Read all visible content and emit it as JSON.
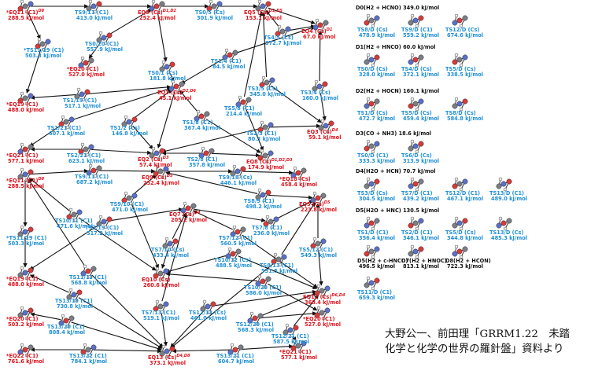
{
  "caption": {
    "line1": "大野公一、前田理「GRRM1.22　未踏",
    "line2": "化学と化学の世界の羅針盤」資料より"
  },
  "nodes": [
    {
      "id": "EQ11top",
      "label": "*EQ11 (C1)",
      "sup": "D8",
      "energy": "288.5 kJ/mol",
      "cls": "eq"
    },
    {
      "id": "TS9_11top",
      "label": "TS9/11 (C1)",
      "energy": "413.0 kJ/mol",
      "cls": "ts"
    },
    {
      "id": "EQ9top",
      "label": "EQ9 (Cs)",
      "sup": "D1,D2",
      "energy": "252.4 kJ/mol",
      "cls": "eq"
    },
    {
      "id": "TS0_5",
      "label": "TS0/5 (Cs)",
      "energy": "301.9 kJ/mol",
      "cls": "ts"
    },
    {
      "id": "EQ5top",
      "label": "EQ5 (Cs)",
      "sup": "D1,D5",
      "energy": "153.1 kJ/mol",
      "cls": "eq"
    },
    {
      "id": "EQ4",
      "label": "EQ4 (Cs)",
      "sup": "D1",
      "energy": "67.0 kJ/mol",
      "cls": "eq"
    },
    {
      "id": "TS11_19top",
      "label": "*TS11/19 (C1)",
      "energy": "503.3 kJ/mol",
      "cls": "ts"
    },
    {
      "id": "TS0_20",
      "label": "TS0/20 (C1)",
      "energy": "557.9 kJ/mol",
      "cls": "ts"
    },
    {
      "id": "EQ20top",
      "label": "*EQ20 (C1)",
      "energy": "527.0 kJ/mol",
      "cls": "eq"
    },
    {
      "id": "TS4_5",
      "label": "TS4/5 (Cs)",
      "energy": "372.7 kJ/mol",
      "cls": "ts"
    },
    {
      "id": "TS0_1",
      "label": "TS0/1 (Cs)",
      "energy": "181.8 kJ/mol",
      "cls": "ts"
    },
    {
      "id": "TS1_4",
      "label": "TS1/4 (C1)",
      "energy": "84.5 kJ/mol",
      "cls": "ts"
    },
    {
      "id": "EQ19top",
      "label": "*EQ19 (C1)",
      "energy": "488.0 kJ/mol",
      "cls": "eq"
    },
    {
      "id": "TS1_19",
      "label": "TS1/19 (C1)",
      "energy": "517.1 kJ/mol",
      "cls": "ts"
    },
    {
      "id": "EQ1",
      "label": "EQ1 (Cs)",
      "sup": "D2,D6",
      "energy": "45.1 kJ/mol",
      "cls": "eq"
    },
    {
      "id": "TS3_5",
      "label": "TS3/5 (Cs)",
      "energy": "345.0 kJ/mol",
      "cls": "ts"
    },
    {
      "id": "TS3_4",
      "label": "TS3/4 (Cs)",
      "energy": "160.0 kJ/mol",
      "cls": "ts"
    },
    {
      "id": "TS5_8",
      "label": "TS5/8 (C1)",
      "energy": "214.4 kJ/mol",
      "cls": "ts"
    },
    {
      "id": "TS1_21",
      "label": "TS1/21 (C1)",
      "energy": "607.1 kJ/mol",
      "cls": "ts"
    },
    {
      "id": "TS1_2",
      "label": "TS1/2 (Cs)",
      "energy": "146.8 kJ/mol",
      "cls": "ts"
    },
    {
      "id": "TS1_8",
      "label": "TS1/8 (C1)",
      "energy": "367.4 kJ/mol",
      "cls": "ts"
    },
    {
      "id": "TS2_3",
      "label": "TS2/3 (C1)",
      "energy": "80.3 kJ/mol",
      "cls": "ts"
    },
    {
      "id": "EQ3",
      "label": "EQ3 (Cs)",
      "sup": "D4",
      "energy": "59.1 kJ/mol",
      "cls": "eq"
    },
    {
      "id": "EQ21top",
      "label": "*EQ21 (C1)",
      "energy": "577.1 kJ/mol",
      "cls": "eq"
    },
    {
      "id": "TS2_21",
      "label": "TS2/21 (C1)",
      "energy": "623.1 kJ/mol",
      "cls": "ts"
    },
    {
      "id": "EQ2",
      "label": "EQ2 (Cs)",
      "sup": "D3",
      "energy": "57.4 kJ/mol",
      "cls": "eq"
    },
    {
      "id": "TS2_8",
      "label": "TS2/8 (C1)",
      "energy": "357.8 kJ/mol",
      "cls": "ts"
    },
    {
      "id": "EQ8top",
      "label": "EQ8 (Cs)",
      "sup": "D1,D2,D3",
      "energy": "174.9 kJ/mol",
      "cls": "eq"
    },
    {
      "id": "EQ11b",
      "label": "*EQ11 (C1)",
      "sup": "D8",
      "energy": "288.5 kJ/mol",
      "cls": "eq"
    },
    {
      "id": "TS9_11b",
      "label": "TS9/11 (C1)",
      "energy": "687.2 kJ/mol",
      "cls": "ts"
    },
    {
      "id": "EQ9b",
      "label": "EQ9 (Cs)",
      "sup": "D5",
      "energy": "252.4 kJ/mol",
      "cls": "eq"
    },
    {
      "id": "TS9_18",
      "label": "TS9/18 (Cs)",
      "energy": "446.1 kJ/mol",
      "cls": "ts"
    },
    {
      "id": "EQ18",
      "label": "*EQ18 (Cs)",
      "energy": "458.4 kJ/mol",
      "cls": "eq"
    },
    {
      "id": "TS9_10",
      "label": "TS9/10 (C1)",
      "energy": "471.0 kJ/mol",
      "cls": "ts"
    },
    {
      "id": "TS8_9",
      "label": "TS8/9 (C1)",
      "energy": "498.2 kJ/mol",
      "cls": "ts"
    },
    {
      "id": "EQ5b",
      "label": "EQ5 (Cs)",
      "sup": "D5",
      "energy": "223.8 kJ/mol",
      "cls": "eq"
    },
    {
      "id": "TS10_11",
      "label": "TS10/11 (C1)",
      "energy": "471.6 kJ/mol",
      "cls": "ts"
    },
    {
      "id": "TS7_19",
      "label": "TS7/19 (C1)",
      "energy": "517.2 kJ/mol",
      "cls": "ts"
    },
    {
      "id": "EQ7",
      "label": "EQ7 (Cs)",
      "sup": "D4",
      "energy": "205.2 kJ/mol",
      "cls": "eq"
    },
    {
      "id": "TS7_8",
      "label": "TS7/8 (C1)",
      "energy": "236.0 kJ/mol",
      "cls": "ts"
    },
    {
      "id": "TS11_19b",
      "label": "*TS11/19 (C1)",
      "energy": "503.3 kJ/mol",
      "cls": "ts"
    },
    {
      "id": "TS7_12",
      "label": "TS7/12 (C1)",
      "energy": "560.5 kJ/mol",
      "cls": "ts"
    },
    {
      "id": "TS5_12",
      "label": "TS5/12 (C1)",
      "energy": "549.3 kJ/mol",
      "cls": "ts"
    },
    {
      "id": "TS7_10",
      "label": "TS7/10 (Cs)",
      "energy": "433.4 kJ/mol",
      "cls": "ts"
    },
    {
      "id": "TS10_12",
      "label": "TS10/12 (Cs)",
      "energy": "488.5 kJ/mol",
      "cls": "ts"
    },
    {
      "id": "TS8_13",
      "label": "TS8/13 (C1)",
      "energy": "531.5 kJ/mol",
      "cls": "ts"
    },
    {
      "id": "EQ19b",
      "label": "*EQ19 (C1)",
      "energy": "488.0 kJ/mol",
      "cls": "eq"
    },
    {
      "id": "TS11_13",
      "label": "TS11/13 (C1)",
      "energy": "568.8 kJ/mol",
      "cls": "ts"
    },
    {
      "id": "EQ10",
      "label": "EQ10 (Cs)",
      "energy": "260.6 kJ/mol",
      "cls": "eq"
    },
    {
      "id": "TS13_19",
      "label": "TS13/19 (C1)",
      "energy": "730.8 kJ/mol",
      "cls": "ts"
    },
    {
      "id": "TS10_20",
      "label": "TS10/20 (C1)",
      "energy": "586.0 kJ/mol",
      "cls": "ts"
    },
    {
      "id": "EQ12",
      "label": "EQ12 (Cs)",
      "sup": "D6,D4",
      "energy": "368.4 kJ/mol",
      "cls": "eq"
    },
    {
      "id": "EQ20b",
      "label": "*EQ20 (C1)",
      "energy": "503.2 kJ/mol",
      "cls": "eq"
    },
    {
      "id": "TS13_20",
      "label": "TS13/20 (C1)",
      "energy": "808.4 kJ/mol",
      "cls": "ts"
    },
    {
      "id": "TS7_13",
      "label": "TS7/13 (C1)",
      "energy": "519.1 kJ/mol",
      "cls": "ts"
    },
    {
      "id": "TS12_13",
      "label": "TS12/13 (Cs)",
      "energy": "461.0 kJ/mol",
      "cls": "ts"
    },
    {
      "id": "TS12_20",
      "label": "TS12/20 (C1)",
      "energy": "568.3 kJ/mol",
      "cls": "ts"
    },
    {
      "id": "EQ20c",
      "label": "*EQ20 (C1)",
      "energy": "527.0 kJ/mol",
      "cls": "eq"
    },
    {
      "id": "TS12_21",
      "label": "TS12/21 (C1)",
      "energy": "587.5 kJ/mol",
      "cls": "ts"
    },
    {
      "id": "EQ22",
      "label": "*EQ22 (C1)",
      "energy": "761.6 kJ/mol",
      "cls": "eq"
    },
    {
      "id": "TS13_22",
      "label": "TS13/22 (C1)",
      "energy": "784.1 kJ/mol",
      "cls": "ts"
    },
    {
      "id": "EQ13",
      "label": "EQ13 (Cs)",
      "sup": "D4,D8",
      "energy": "373.1 kJ/mol",
      "cls": "eq"
    },
    {
      "id": "TS13_21",
      "label": "TS13/21 (C1)",
      "energy": "604.7 kJ/mol",
      "cls": "ts"
    },
    {
      "id": "EQ21b",
      "label": "*EQ21 (C1)",
      "energy": "577.1 kJ/mol",
      "cls": "eq"
    }
  ],
  "dissociation": [
    {
      "id": "D0",
      "title": "D0(H2 + HCNO) 349.0 kJ/mol",
      "items": [
        {
          "label": "TS8/D (Cs)",
          "energy": "478.9 kJ/mol"
        },
        {
          "label": "TS9/D (C1)",
          "energy": "559.2 kJ/mol"
        },
        {
          "label": "TS12/D (Cs)",
          "energy": "674.6 kJ/mol"
        }
      ]
    },
    {
      "id": "D1",
      "title": "D1(H2 + HNCO) 60.0 kJ/mol",
      "items": [
        {
          "label": "TS0/D (Cs)",
          "energy": "328.0 kJ/mol"
        },
        {
          "label": "TS4/D (Cs)",
          "energy": "372.1 kJ/mol"
        },
        {
          "label": "TS5/D (Cs)",
          "energy": "338.5 kJ/mol"
        }
      ]
    },
    {
      "id": "D2",
      "title": "D2(H2 + HOCN) 160.1 kJ/mol",
      "items": [
        {
          "label": "TS1/D (Cs)",
          "energy": "472.7 kJ/mol"
        },
        {
          "label": "TS5/D (Cs)",
          "energy": "459.4 kJ/mol"
        },
        {
          "label": "TS8/D (Cs)",
          "energy": "584.8 kJ/mol"
        }
      ]
    },
    {
      "id": "D3",
      "title": "D3(CO + NH3) 18.6 kJ/mol",
      "items": [
        {
          "label": "TS0/D (C1)",
          "energy": "333.3 kJ/mol"
        },
        {
          "label": "TS6/D (Cs)",
          "energy": "313.9 kJ/mol"
        }
      ]
    },
    {
      "id": "D4",
      "title": "D4(H2O + HCN) 70.7 kJ/mol",
      "items": [
        {
          "label": "TS3/D (Cs)",
          "energy": "304.5 kJ/mol"
        },
        {
          "label": "TS7/D (C1)",
          "energy": "439.2 kJ/mol"
        },
        {
          "label": "TS12/D (C1)",
          "energy": "467.1 kJ/mol"
        },
        {
          "label": "TS13/D (C1)",
          "energy": "489.0 kJ/mol"
        }
      ]
    },
    {
      "id": "D5",
      "title": "D5(H2O + HNC) 130.5 kJ/mol",
      "items": [
        {
          "label": "TS1/D (C1)",
          "energy": "356.4 kJ/mol"
        },
        {
          "label": "TS2/D (C1)",
          "energy": "346.1 kJ/mol"
        },
        {
          "label": "TS5/D (Cs)",
          "energy": "344.8 kJ/mol"
        },
        {
          "label": "TS13/D (Cs)",
          "energy": "485.3 kJ/mol"
        }
      ]
    },
    {
      "id": "D678",
      "title": "",
      "items": [
        {
          "label": "D5(H2 + c-HNCO)",
          "energy": "496.5 kJ/mol",
          "black": true
        },
        {
          "label": "D7(H2 + HNOC)",
          "energy": "813.1 kJ/mol",
          "black": true
        },
        {
          "label": "D8(H2 + HCON)",
          "energy": "722.3 kJ/mol",
          "black": true
        }
      ]
    },
    {
      "id": "DX",
      "title": "",
      "items": [
        {
          "label": "TS11/D (C1)",
          "energy": "659.3 kJ/mol"
        }
      ]
    }
  ]
}
